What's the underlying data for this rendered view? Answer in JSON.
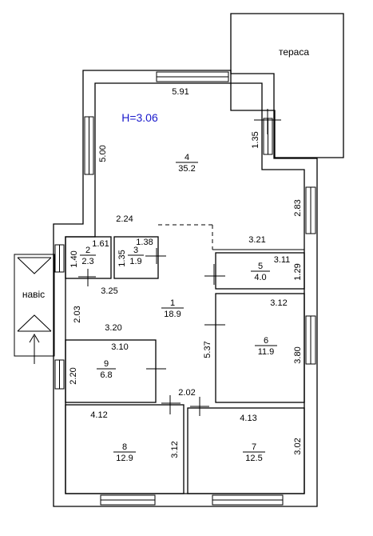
{
  "plan": {
    "height_label": "H=3.06",
    "labels": {
      "terrace": "тераса",
      "canopy": "навіс"
    },
    "rooms": [
      {
        "id": "r1",
        "number": "1",
        "area": "18.9"
      },
      {
        "id": "r2",
        "number": "2",
        "area": "2.3"
      },
      {
        "id": "r3",
        "number": "3",
        "area": "1.9"
      },
      {
        "id": "r4",
        "number": "4",
        "area": "35.2"
      },
      {
        "id": "r5",
        "number": "5",
        "area": "4.0"
      },
      {
        "id": "r6",
        "number": "6",
        "area": "11.9"
      },
      {
        "id": "r7",
        "number": "7",
        "area": "12.5"
      },
      {
        "id": "r8",
        "number": "8",
        "area": "12.9"
      },
      {
        "id": "r9",
        "number": "9",
        "area": "6.8"
      }
    ],
    "dimensions": {
      "d591": "5.91",
      "d500": "5.00",
      "d135a": "1.35",
      "d283": "2.83",
      "d224": "2.24",
      "d321": "3.21",
      "d161": "1.61",
      "d140": "1.40",
      "d138": "1.38",
      "d135b": "1.35",
      "d311": "3.11",
      "d129": "1.29",
      "d325": "3.25",
      "d203": "2.03",
      "d320": "3.20",
      "d312a": "3.12",
      "d537": "5.37",
      "d380": "3.80",
      "d310": "3.10",
      "d220": "2.20",
      "d202": "2.02",
      "d412": "4.12",
      "d413": "4.13",
      "d312b": "3.12",
      "d302": "3.02"
    }
  }
}
